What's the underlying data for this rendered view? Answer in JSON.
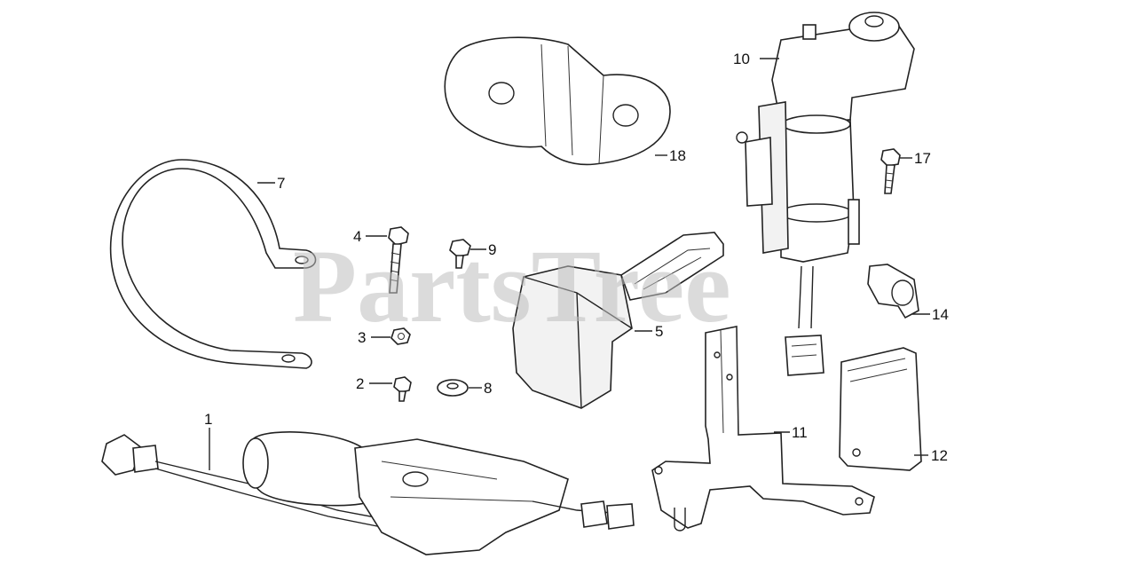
{
  "watermark": "PartsTree",
  "callouts": {
    "c1": "1",
    "c2": "2",
    "c3": "3",
    "c4": "4",
    "c5": "5",
    "c7": "7",
    "c8": "8",
    "c9": "9",
    "c10": "10",
    "c11": "11",
    "c12": "12",
    "c14": "14",
    "c17": "17",
    "c18": "18"
  }
}
